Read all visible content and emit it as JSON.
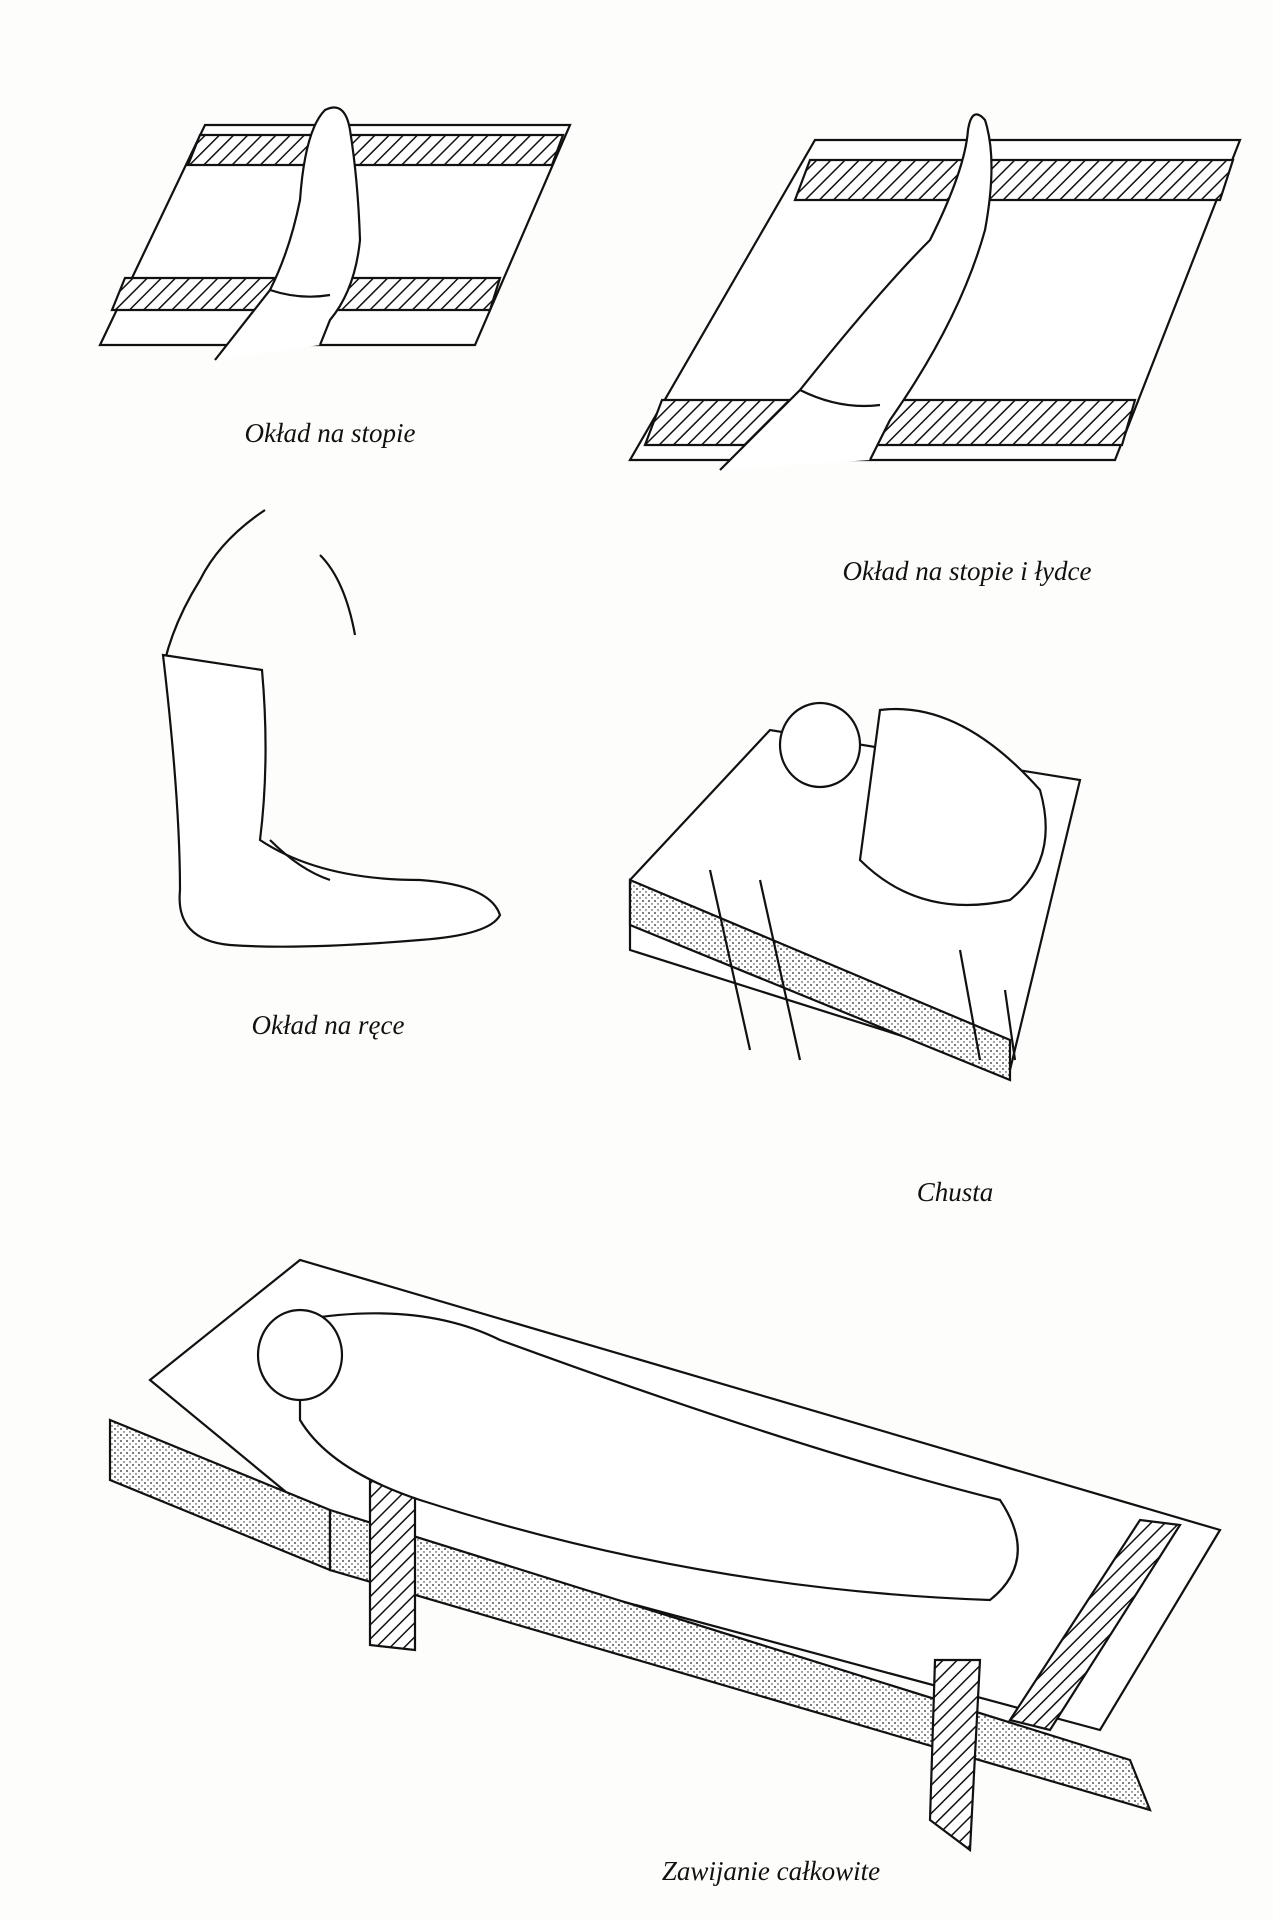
{
  "figures": [
    {
      "id": "foot-compress",
      "caption": "Okład na stopie"
    },
    {
      "id": "foot-calf-compress",
      "caption": "Okład na stopie i łydce"
    },
    {
      "id": "arm-compress",
      "caption": "Okład na ręce"
    },
    {
      "id": "shawl-wrap",
      "caption": "Chusta"
    },
    {
      "id": "full-body-wrap",
      "caption": "Zawijanie całkowite"
    }
  ],
  "colors": {
    "paper": "#fdfdfb",
    "ink": "#111111",
    "bleed_through": "#e6e6e2"
  }
}
